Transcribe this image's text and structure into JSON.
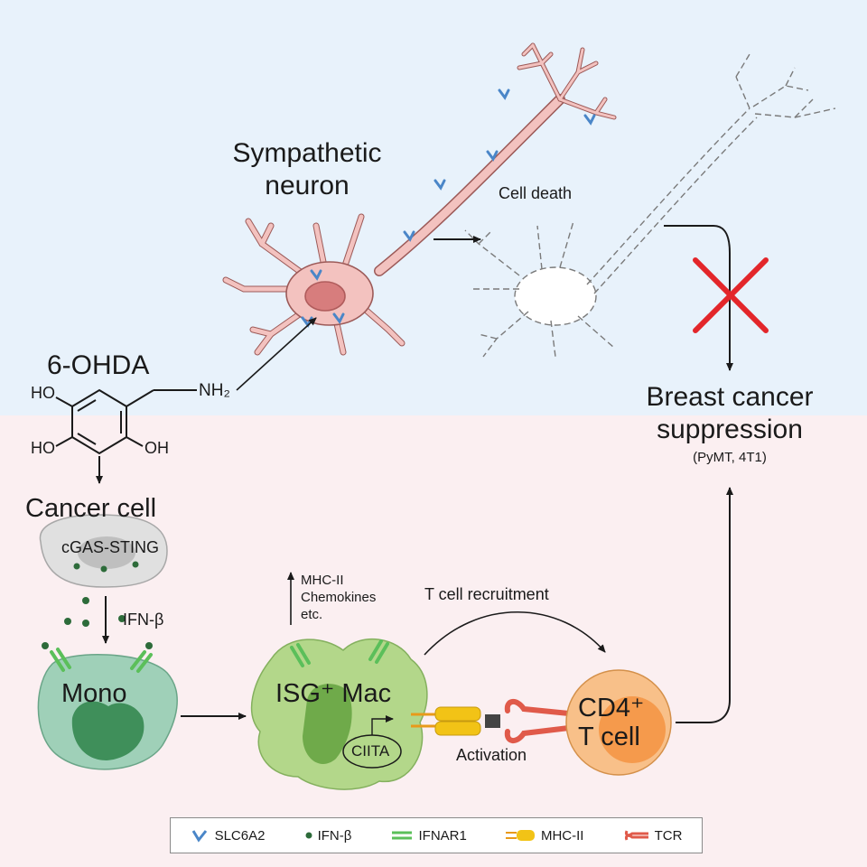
{
  "neuron": {
    "label_line1": "Sympathetic",
    "label_line2": "neuron",
    "death_label": "Cell death"
  },
  "drug": {
    "name": "6-OHDA",
    "substituents": [
      "HO",
      "HO",
      "HO",
      "OH",
      "NH₂"
    ]
  },
  "cancer_cell": {
    "label": "Cancer cell",
    "pathway": "cGAS-STING"
  },
  "signal": {
    "label": "IFN-β"
  },
  "mono": {
    "label": "Mono"
  },
  "mac": {
    "label": "ISG⁺ Mac",
    "gene": "CIITA",
    "upregulated": [
      "MHC-II",
      "Chemokines",
      "etc."
    ]
  },
  "tcell": {
    "label_line1": "CD4⁺",
    "label_line2": "T cell",
    "recruitment": "T cell recruitment",
    "activation": "Activation"
  },
  "outcome": {
    "line1": "Breast cancer",
    "line2": "suppression",
    "models": "(PyMT, 4T1)"
  },
  "legend": [
    {
      "icon": "slc6a2-icon",
      "label": "SLC6A2",
      "color": "#4a86c8"
    },
    {
      "icon": "ifn-beta-icon",
      "label": "IFN-β",
      "color": "#2d6b3a"
    },
    {
      "icon": "ifnar1-icon",
      "label": "IFNAR1",
      "color": "#5bbf5a"
    },
    {
      "icon": "mhc-ii-icon",
      "label": "MHC-II",
      "color": "#f2c316"
    },
    {
      "icon": "tcr-icon",
      "label": "TCR",
      "color": "#e05a4a"
    }
  ],
  "colors": {
    "top_bg": "#e8f2fb",
    "bottom_bg": "#fbeff1",
    "neuron": "#f3c2bf",
    "block": "#e3262a"
  }
}
